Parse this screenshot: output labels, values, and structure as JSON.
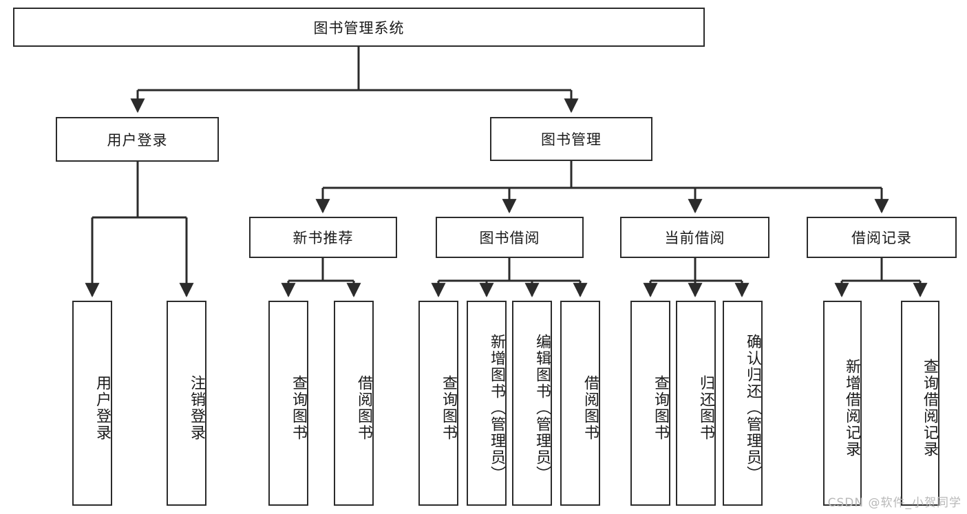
{
  "diagram": {
    "title": "图书管理系统",
    "watermark": "CSDN @软件_小贺同学",
    "colors": {
      "stroke": "#2b2b2b",
      "background": "#ffffff",
      "text": "#1a1a1a",
      "watermark": "#b8b8b8"
    },
    "levels": {
      "root": {
        "label": "图书管理系统"
      },
      "level2": [
        {
          "label": "用户登录"
        },
        {
          "label": "图书管理"
        }
      ],
      "level3": [
        {
          "label": "新书推荐"
        },
        {
          "label": "图书借阅"
        },
        {
          "label": "当前借阅"
        },
        {
          "label": "借阅记录"
        }
      ],
      "leaves": {
        "user_login": [
          {
            "label": "用户登录"
          },
          {
            "label": "注销登录"
          }
        ],
        "new_book_recommend": [
          {
            "label": "查询图书"
          },
          {
            "label": "借阅图书"
          }
        ],
        "book_borrow": [
          {
            "label": "查询图书"
          },
          {
            "label": "新增图书（管理员）"
          },
          {
            "label": "编辑图书（管理员）"
          },
          {
            "label": "借阅图书"
          }
        ],
        "current_borrow": [
          {
            "label": "查询图书"
          },
          {
            "label": "归还图书"
          },
          {
            "label": "确认归还（管理员）"
          }
        ],
        "borrow_record": [
          {
            "label": "新增借阅记录"
          },
          {
            "label": "查询借阅记录"
          }
        ]
      }
    }
  }
}
